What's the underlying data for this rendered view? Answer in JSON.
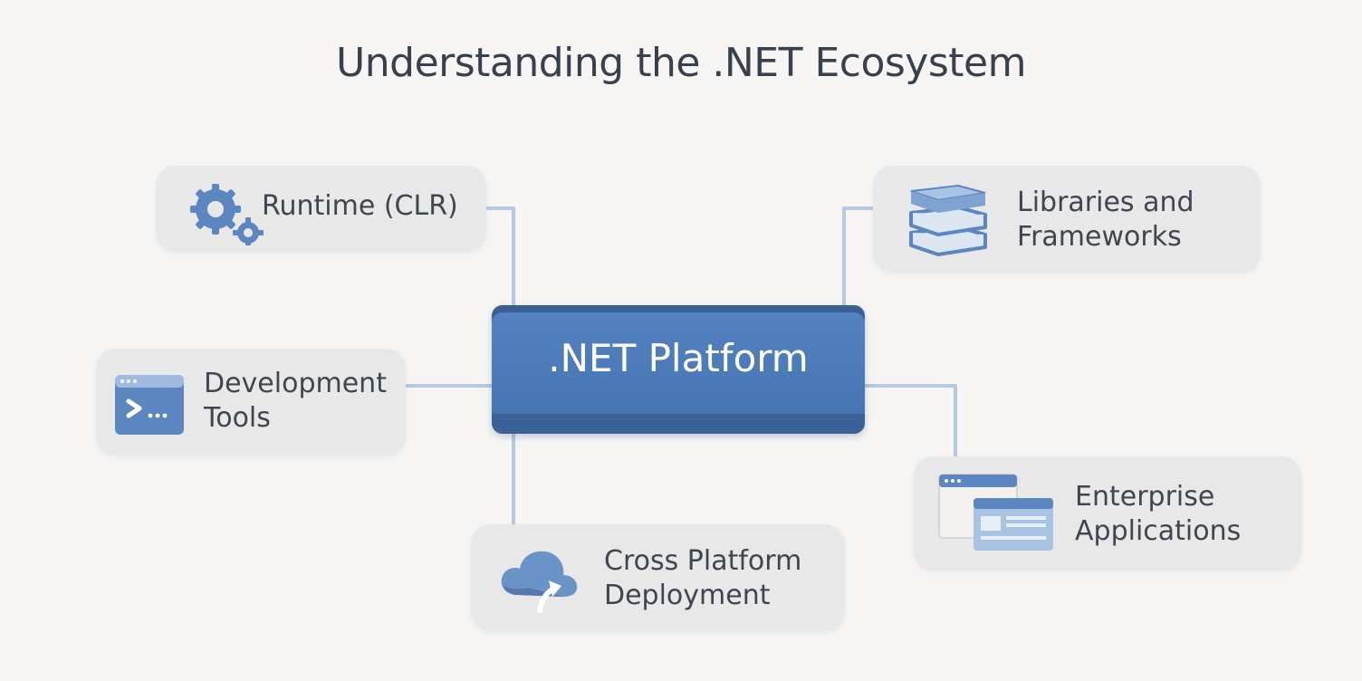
{
  "title": "Understanding the .NET Ecosystem",
  "center": {
    "label": ".NET Platform"
  },
  "nodes": {
    "runtime": {
      "label": "Runtime (CLR)",
      "icon": "gears-icon"
    },
    "libraries": {
      "line1": "Libraries and",
      "line2": "Frameworks",
      "icon": "books-stack-icon"
    },
    "devtools": {
      "line1": "Development",
      "line2": "Tools",
      "icon": "terminal-window-icon"
    },
    "enterprise": {
      "line1": "Enterprise",
      "line2": "Applications",
      "icon": "app-windows-icon"
    },
    "crossplatform": {
      "line1": "Cross Platform",
      "line2": "Deployment",
      "icon": "cloud-upload-icon"
    }
  },
  "colors": {
    "background": "#f7f5f3",
    "card": "#e9e8e8",
    "accent": "#4a77b5",
    "connector": "#b5c9e0",
    "icon": "#5b86c0"
  }
}
